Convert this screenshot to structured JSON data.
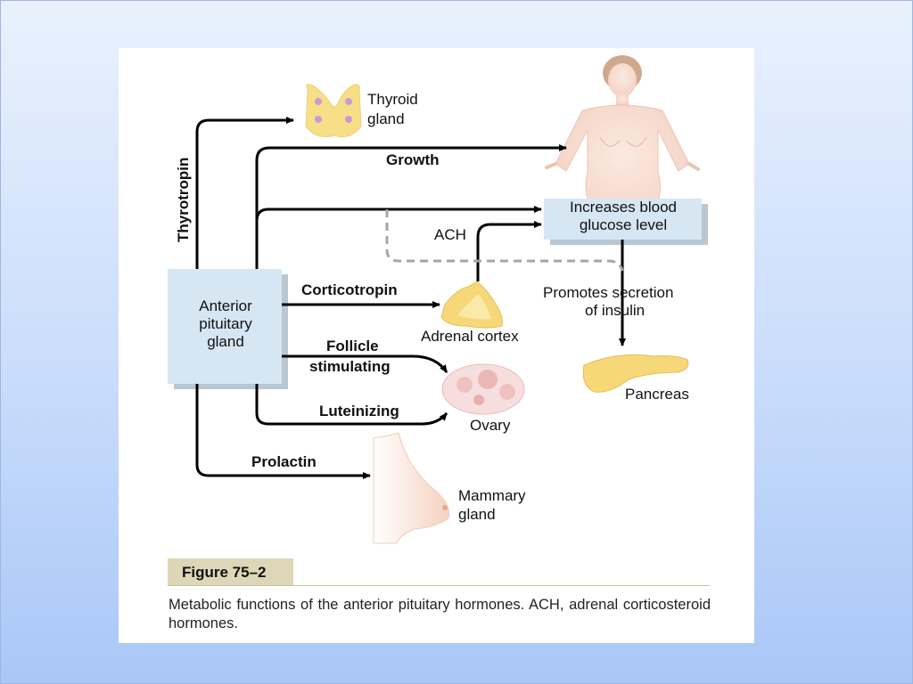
{
  "diagram": {
    "source": "Anterior pituitary gland",
    "source_lines": [
      "Anterior",
      "pituitary",
      "gland"
    ],
    "effect_box_lines": [
      "Increases blood",
      "glucose level"
    ],
    "hormones": {
      "thyrotropin": "Thyrotropin",
      "growth": "Growth",
      "ach": "ACH",
      "corticotropin": "Corticotropin",
      "follicle_line1": "Follicle",
      "follicle_line2": "stimulating",
      "luteinizing": "Luteinizing",
      "prolactin": "Prolactin"
    },
    "targets": {
      "thyroid_line1": "Thyroid",
      "thyroid_line2": "gland",
      "adrenal": "Adrenal cortex",
      "ovary": "Ovary",
      "pancreas": "Pancreas",
      "mammary_line1": "Mammary",
      "mammary_line2": "gland"
    },
    "insulin_lines": [
      "Promotes secretion",
      "of insulin"
    ]
  },
  "figure": {
    "label": "Figure 75–2",
    "caption": "Metabolic functions of the anterior pituitary hormones. ACH, adrenal corticosteroid hormones."
  },
  "colors": {
    "box_fill": "#d6e6f3",
    "box_shadow": "#b9c7d3",
    "arrow": "#000000",
    "dashed": "#a6a6a6",
    "gland_yellow": "#f6df86",
    "body_skin": "#f6d7c8",
    "figure_label_bg": "#ded7b7"
  }
}
